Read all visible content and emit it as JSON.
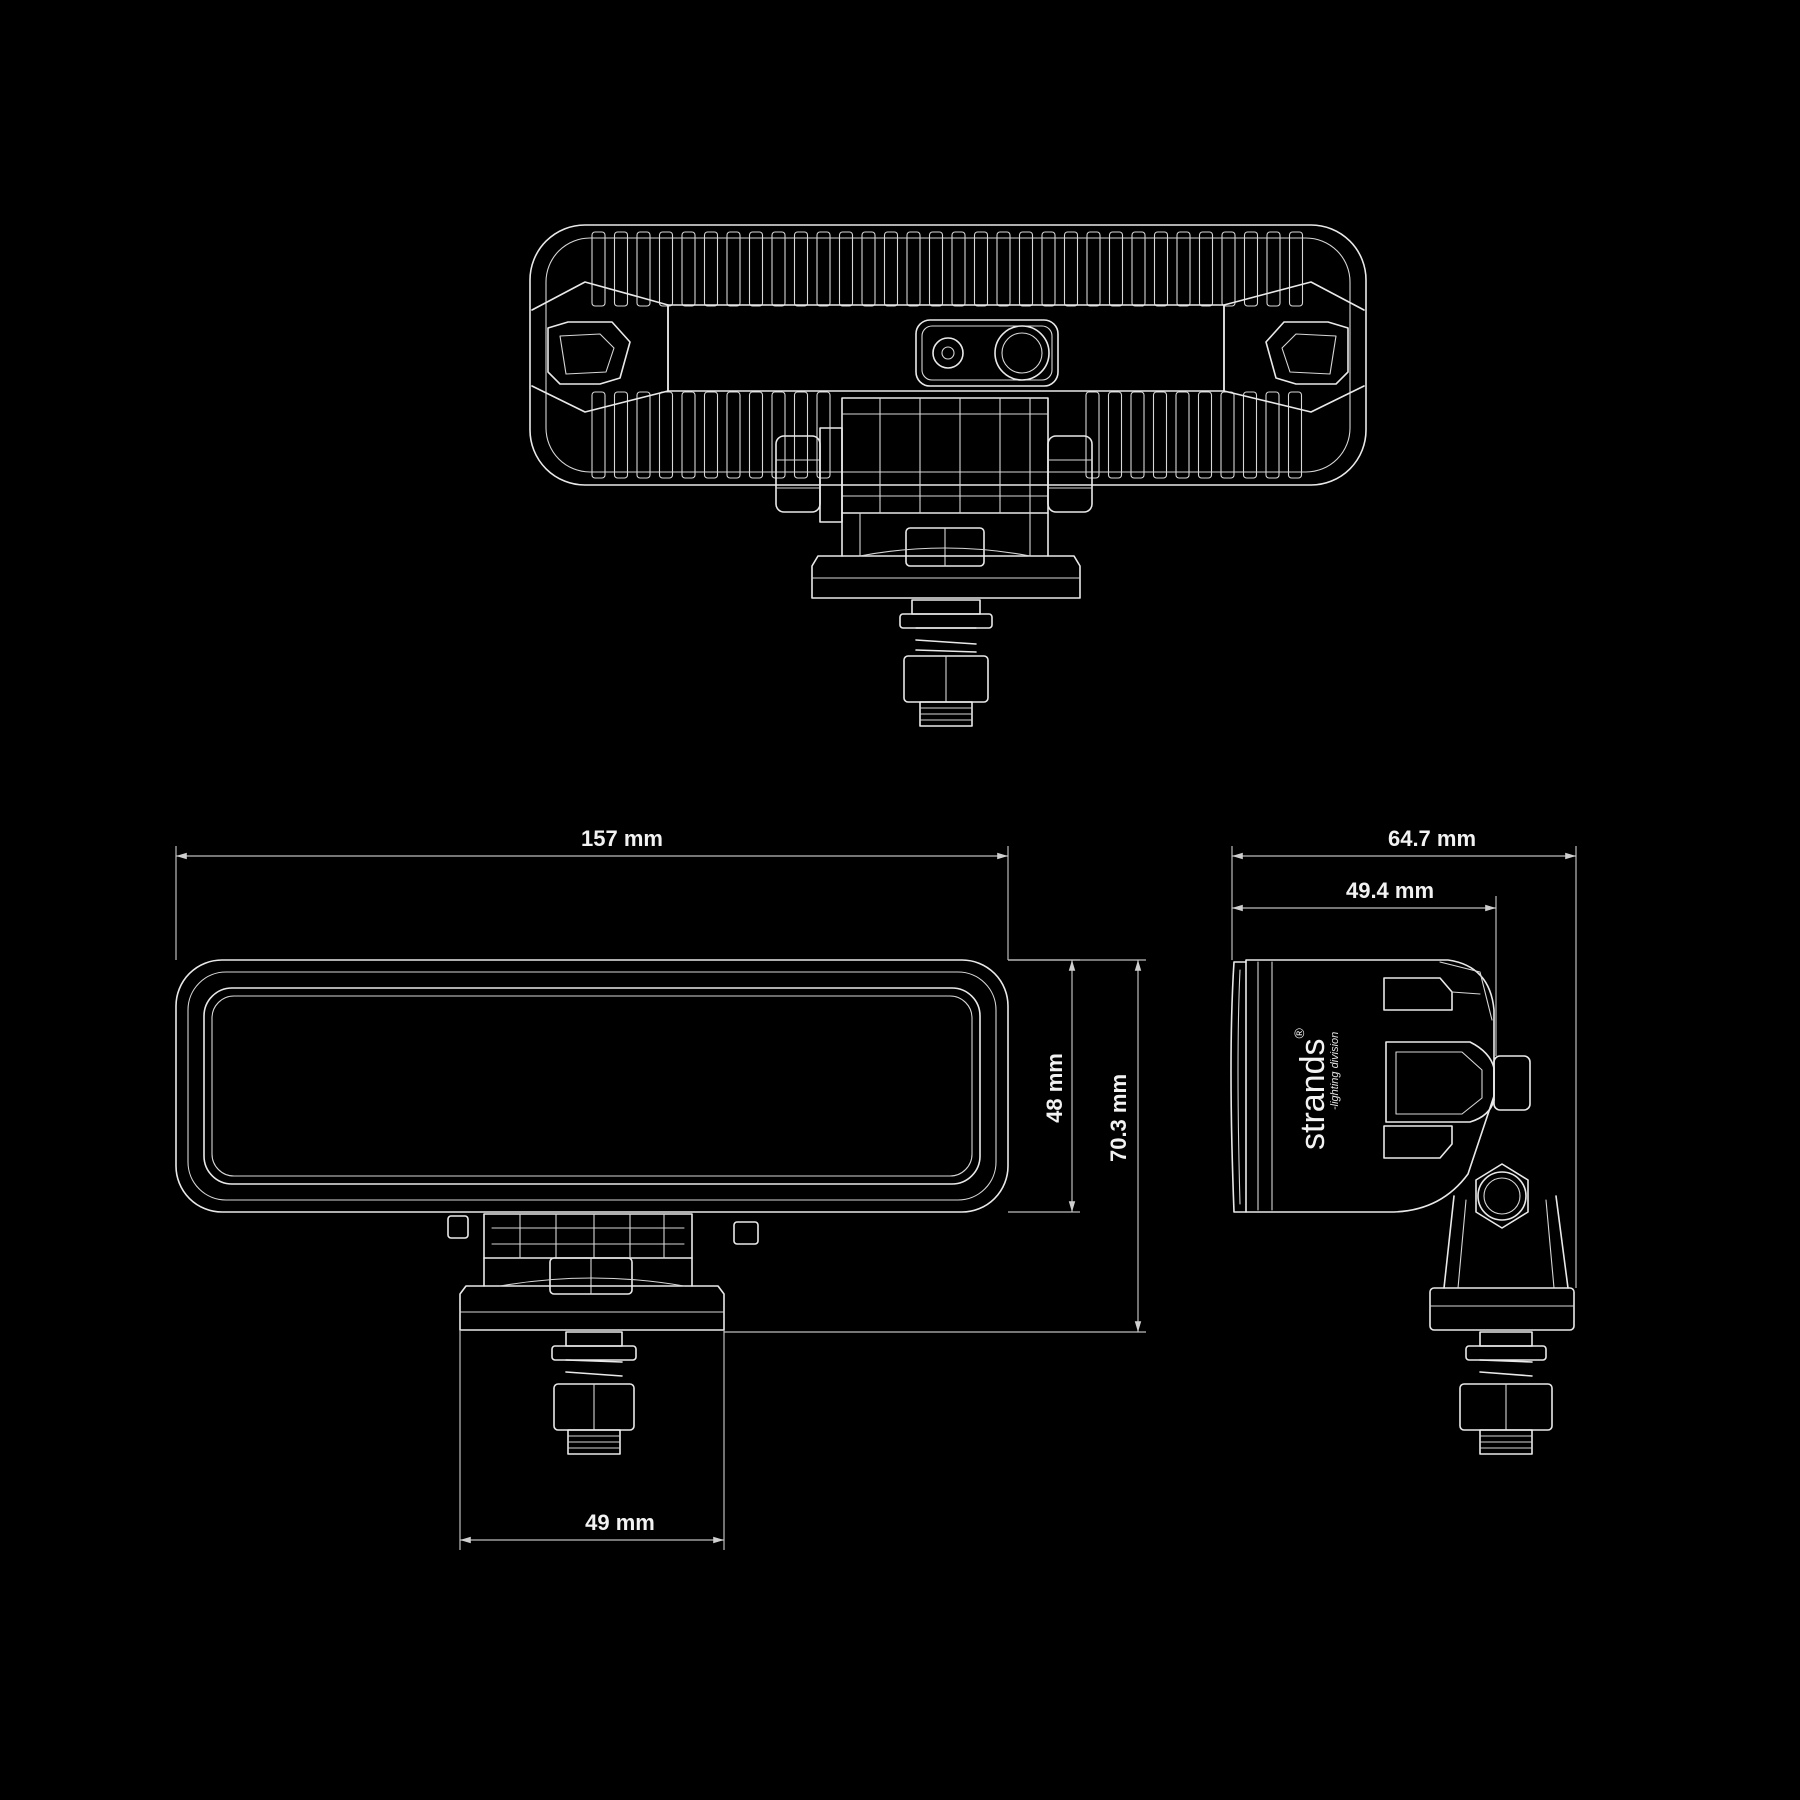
{
  "dimensions": {
    "width_total": "157 mm",
    "height_lens": "48 mm",
    "height_total": "70.3 mm",
    "bracket_width": "49 mm",
    "depth_total": "64.7 mm",
    "depth_housing": "49.4 mm"
  },
  "brand": {
    "name": "strands",
    "registered_mark": "®",
    "tagline": "-lighting division"
  },
  "colors": {
    "background": "#000000",
    "linework": "#e9e9e9",
    "text": "#f2f2f2"
  }
}
